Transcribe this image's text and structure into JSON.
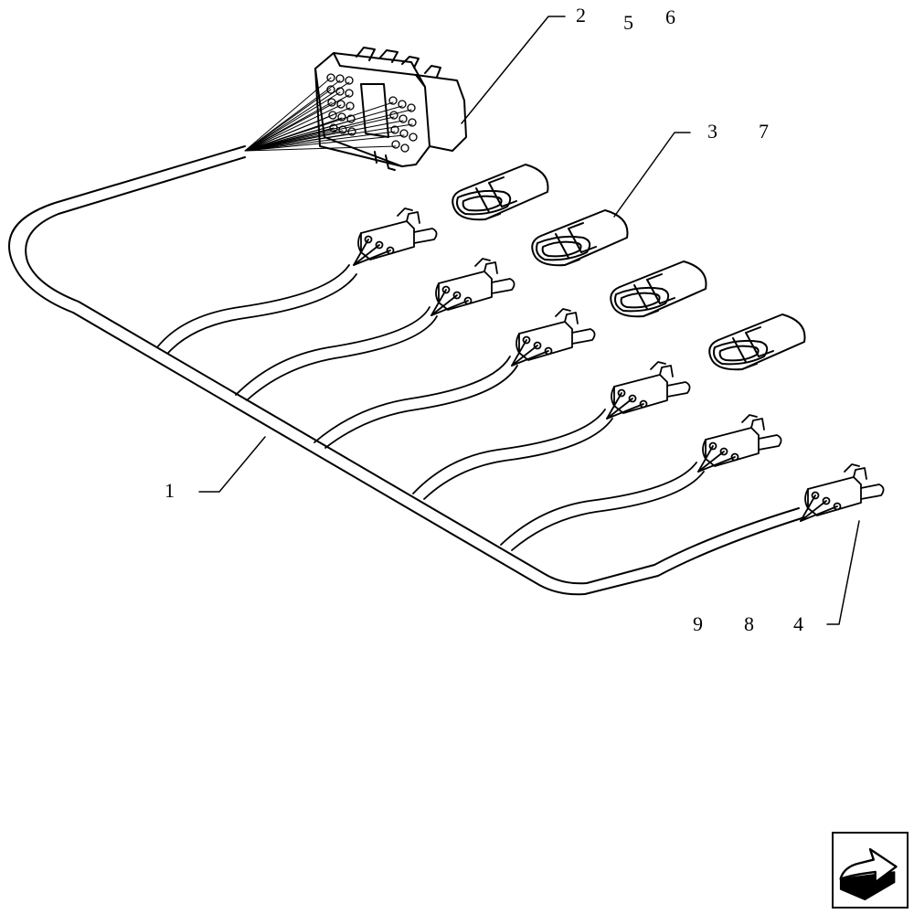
{
  "callouts": {
    "c1": "1",
    "c2": "2",
    "c3": "3",
    "c4": "4",
    "c5": "5",
    "c6": "6",
    "c7": "7",
    "c8": "8",
    "c9": "9"
  },
  "icons": {
    "nav": "next-page-arrow-icon"
  }
}
